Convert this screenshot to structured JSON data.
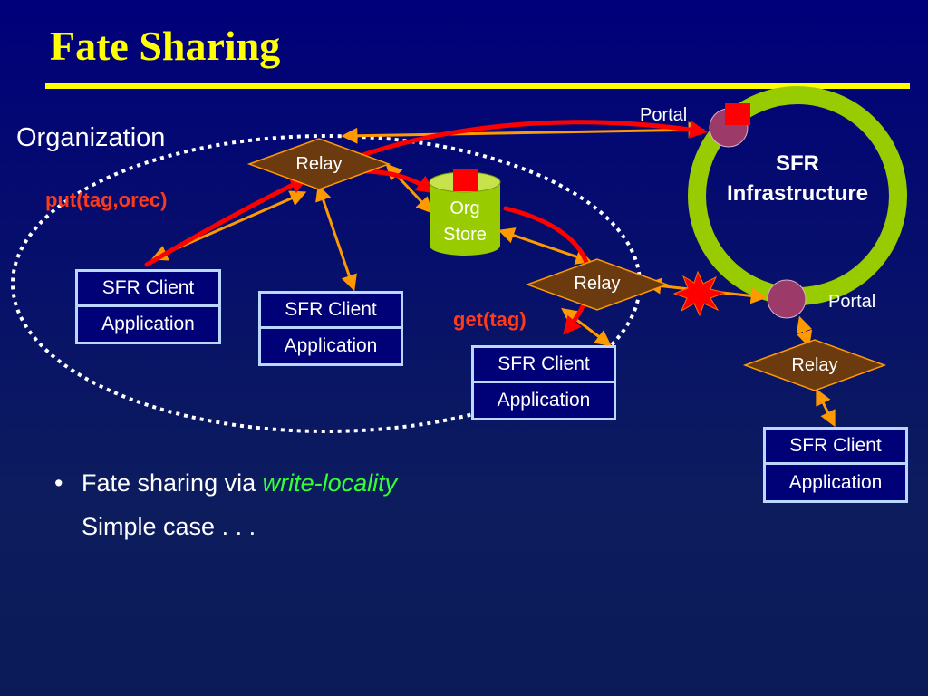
{
  "slide": {
    "title": "Fate Sharing",
    "organization_label": "Organization"
  },
  "infrastructure": {
    "line1": "SFR",
    "line2": "Infrastructure"
  },
  "portals": {
    "top": "Portal",
    "bottom": "Portal"
  },
  "relays": {
    "org_top": "Relay",
    "org_middle": "Relay",
    "external": "Relay"
  },
  "org_store": {
    "line1": "Org",
    "line2": "Store"
  },
  "clients": [
    {
      "client": "SFR Client",
      "app": "Application"
    },
    {
      "client": "SFR Client",
      "app": "Application"
    },
    {
      "client": "SFR Client",
      "app": "Application"
    },
    {
      "client": "SFR Client",
      "app": "Application"
    }
  ],
  "operations": {
    "put": "put(tag,orec)",
    "get": "get(tag)"
  },
  "bullets": {
    "line1_prefix": "Fate sharing via ",
    "line1_emphasis": "write-locality",
    "line2": "Simple case . . ."
  },
  "colors": {
    "title": "#ffff00",
    "ring": "#99cc00",
    "relay": "#6b3a0f",
    "portal": "#9c3a6a",
    "put_get_arrows": "#ff0000",
    "links": "#ff9900",
    "store": "#99cc00",
    "emphasis": "#33ff33"
  }
}
